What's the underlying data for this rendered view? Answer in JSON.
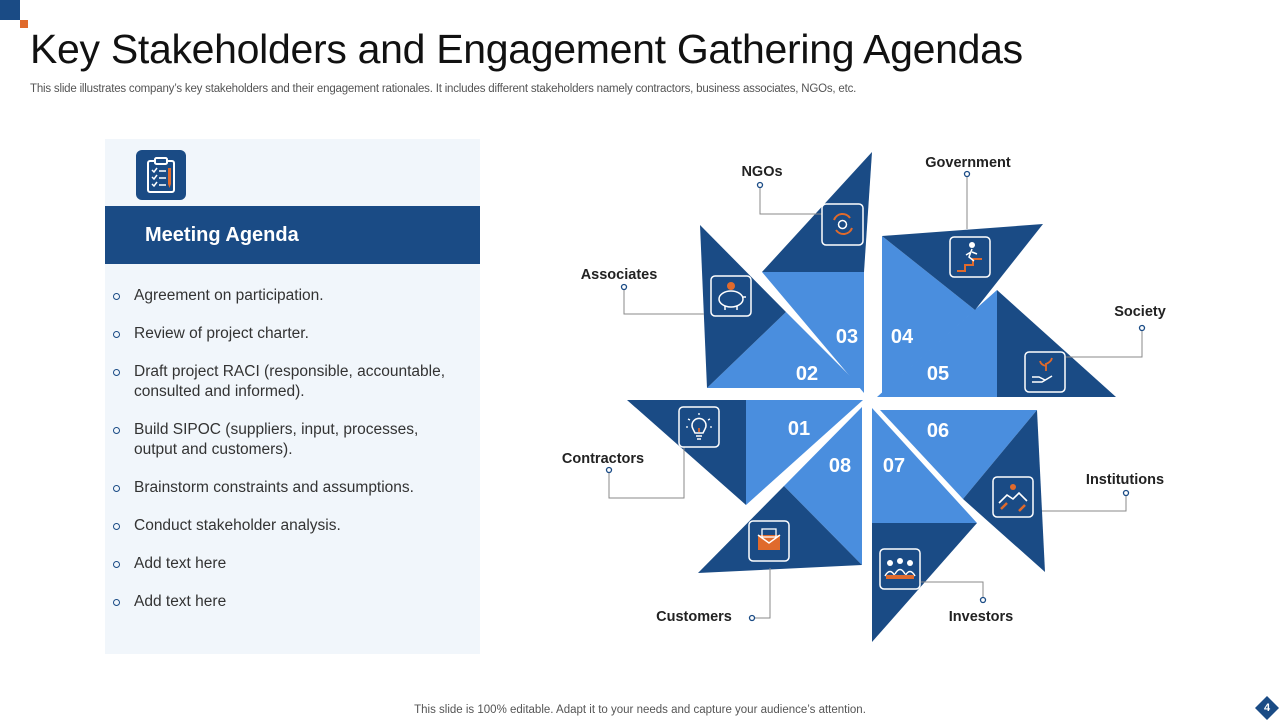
{
  "slide": {
    "title": "Key Stakeholders and Engagement Gathering Agendas",
    "subtitle": "This slide illustrates company’s key stakeholders and their engagement rationales. It includes different stakeholders namely contractors, business associates, NGOs, etc.",
    "footer": "This slide is 100% editable. Adapt it to your needs and capture your audience’s attention.",
    "page_number": "4"
  },
  "agenda": {
    "icon": "clipboard-icon",
    "heading": "Meeting Agenda",
    "items": [
      "Agreement on participation.",
      "Review of project charter.",
      "Draft project RACI (responsible, accountable, consulted and informed).",
      "Build SIPOC (suppliers, input, processes, output and customers).",
      "Brainstorm constraints and assumptions.",
      "Conduct stakeholder analysis.",
      "Add text here",
      "Add text here"
    ]
  },
  "stakeholders": [
    {
      "num": "01",
      "label": "Contractors",
      "icon": "lightbulb-icon"
    },
    {
      "num": "02",
      "label": "Associates",
      "icon": "piggy-bank-icon"
    },
    {
      "num": "03",
      "label": "NGOs",
      "icon": "recycle-icon"
    },
    {
      "num": "04",
      "label": "Government",
      "icon": "climbing-stairs-icon"
    },
    {
      "num": "05",
      "label": "Society",
      "icon": "hand-plant-icon"
    },
    {
      "num": "06",
      "label": "Institutions",
      "icon": "handshake-icon"
    },
    {
      "num": "07",
      "label": "Investors",
      "icon": "meeting-people-icon"
    },
    {
      "num": "08",
      "label": "Customers",
      "icon": "envelope-icon"
    }
  ],
  "colors": {
    "dark_blue": "#1a4b85",
    "light_blue": "#4a8ede",
    "accent_orange": "#e06a2c"
  }
}
